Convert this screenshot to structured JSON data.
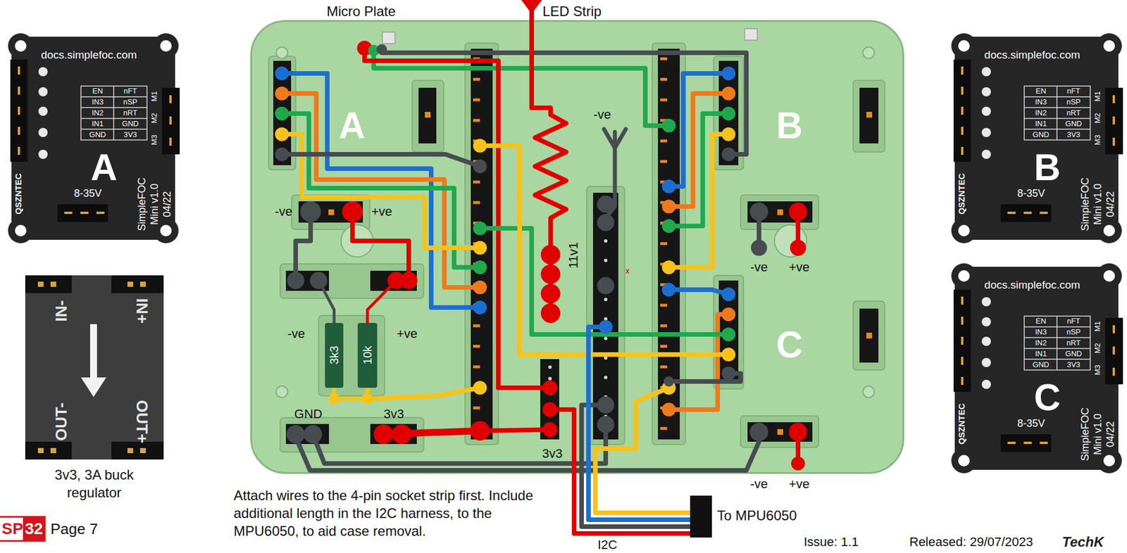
{
  "diagram": {
    "nodes": [
      {
        "text": [
          "docs.simplefoc.com",
          "EN",
          "nFT",
          "IN3",
          "nSP",
          "IN2",
          "nRT",
          "IN1",
          "GND",
          "GND",
          "3V3",
          "M1",
          "M2",
          "M3",
          "QSZNTEC",
          "8-35V",
          "SimpleFOC",
          "Mini v1.0",
          "04/22",
          "A"
        ]
      },
      {
        "text": [
          "IN-",
          "IN+",
          "OUT-",
          "OUT+",
          "3v3, 3A buck regulator"
        ]
      },
      {
        "text": [
          "A",
          "B",
          "C"
        ]
      },
      {
        "text": [
          "3k3"
        ],
        "in": 2
      },
      {
        "text": [
          "10k"
        ],
        "in": 2
      },
      {
        "text": [
          "docs.simplefoc.com",
          "EN",
          "nFT",
          "IN3",
          "nSP",
          "IN2",
          "nRT",
          "IN1",
          "GND",
          "GND",
          "3V3",
          "M1",
          "M2",
          "M3",
          "QSZNTEC",
          "8-35V",
          "SimpleFOC",
          "Mini v1.0",
          "04/22",
          "B"
        ]
      },
      {
        "text": [
          "docs.simplefoc.com",
          "EN",
          "nFT",
          "IN3",
          "nSP",
          "IN2",
          "nRT",
          "IN1",
          "GND",
          "GND",
          "3V3",
          "M1",
          "M2",
          "M3",
          "QSZNTEC",
          "8-35V",
          "SimpleFOC",
          "Mini v1.0",
          "04/22",
          "C"
        ]
      }
    ],
    "labels": [
      "Micro Plate",
      "LED Strip",
      "-ve",
      "-ve",
      "+ve",
      "-ve",
      "+ve",
      "11v1",
      "x",
      "-ve",
      "+ve",
      "GND",
      "3v3",
      "3v3",
      "-ve",
      "+ve",
      "SP",
      "32",
      "Page 7",
      "Attach wires to the 4-pin socket strip first. Include additional length in the I2C harness, to the MPU6050, to aid case removal.",
      "To MPU6050",
      "I2C",
      "Issue: 1.1",
      "Released: 29/07/2023",
      "TechK"
    ]
  }
}
